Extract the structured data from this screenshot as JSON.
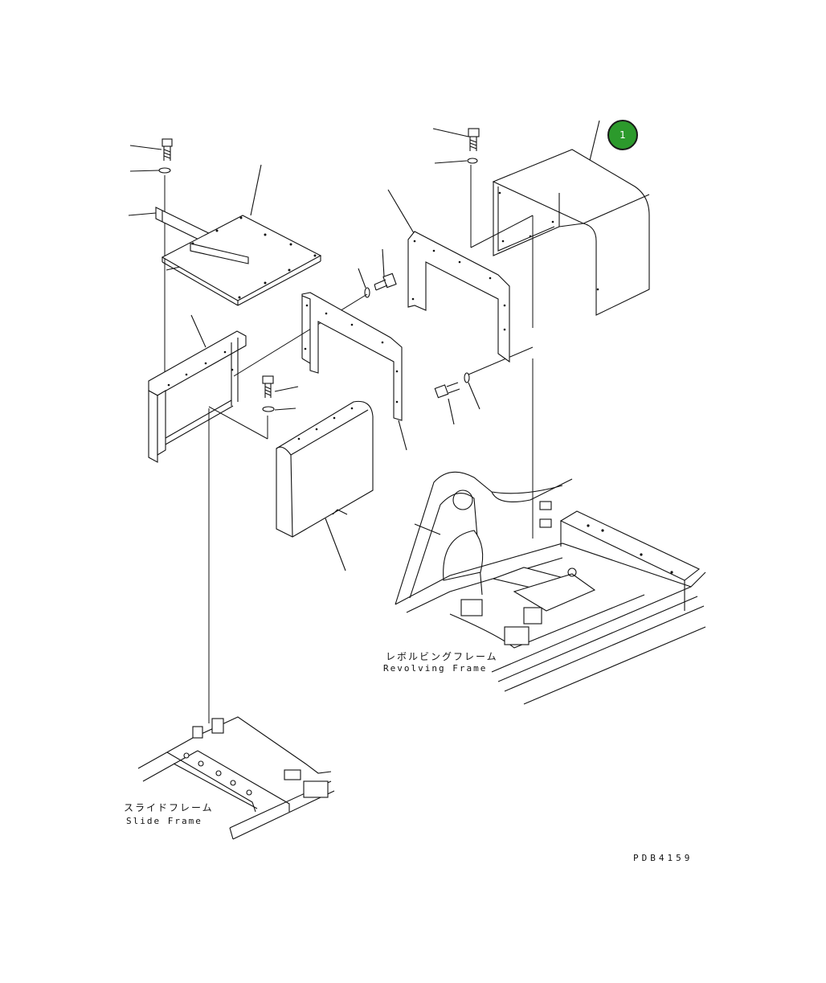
{
  "callout": {
    "number": "1",
    "color": "#2c9a2c"
  },
  "labels": {
    "revolving_frame_jp": "レボルビングフレーム",
    "revolving_frame_en": "Revolving Frame",
    "slide_frame_jp": "スライドフレーム",
    "slide_frame_en": "Slide Frame",
    "drawing_number": "PDB4159"
  }
}
